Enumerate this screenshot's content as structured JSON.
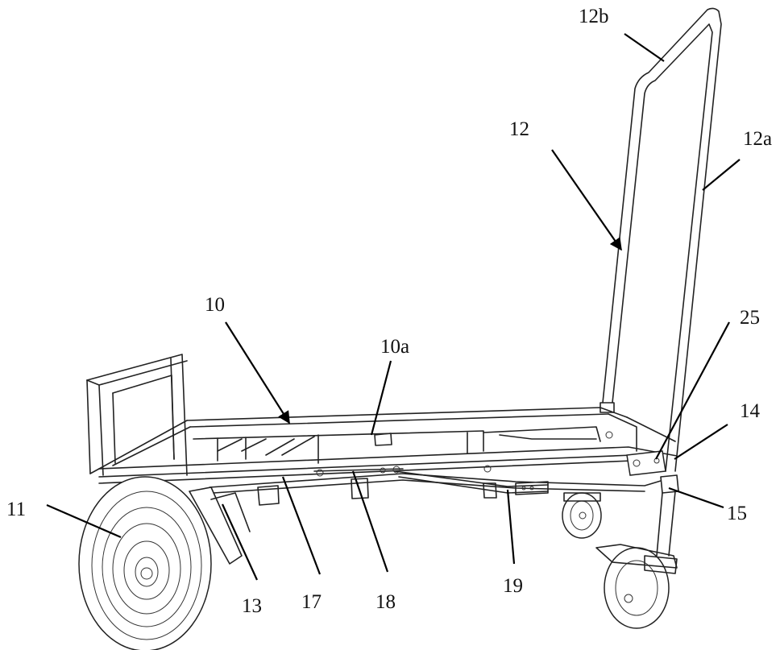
{
  "figure": {
    "labels": [
      {
        "id": "label-12b",
        "text": "12b"
      },
      {
        "id": "label-12",
        "text": "12"
      },
      {
        "id": "label-12a",
        "text": "12a"
      },
      {
        "id": "label-10",
        "text": "10"
      },
      {
        "id": "label-10a",
        "text": "10a"
      },
      {
        "id": "label-25",
        "text": "25"
      },
      {
        "id": "label-14",
        "text": "14"
      },
      {
        "id": "label-11",
        "text": "11"
      },
      {
        "id": "label-15",
        "text": "15"
      },
      {
        "id": "label-13",
        "text": "13"
      },
      {
        "id": "label-17",
        "text": "17"
      },
      {
        "id": "label-18",
        "text": "18"
      },
      {
        "id": "label-19",
        "text": "19"
      }
    ]
  },
  "colors": {
    "line": "#222222",
    "background": "#ffffff",
    "text": "#111111"
  }
}
